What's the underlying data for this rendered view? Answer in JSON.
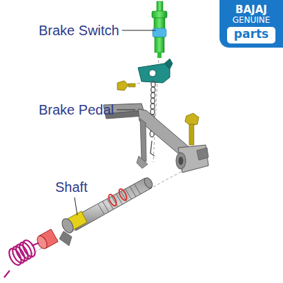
{
  "diagram": {
    "nodes": [
      {
        "text": [
          "BAJAJ",
          "GENUINE"
        ]
      },
      {
        "text": [
          "parts"
        ],
        "in": 0
      }
    ],
    "labels": [
      "Brake Switch",
      "Brake Pedal",
      "Shaft"
    ]
  }
}
